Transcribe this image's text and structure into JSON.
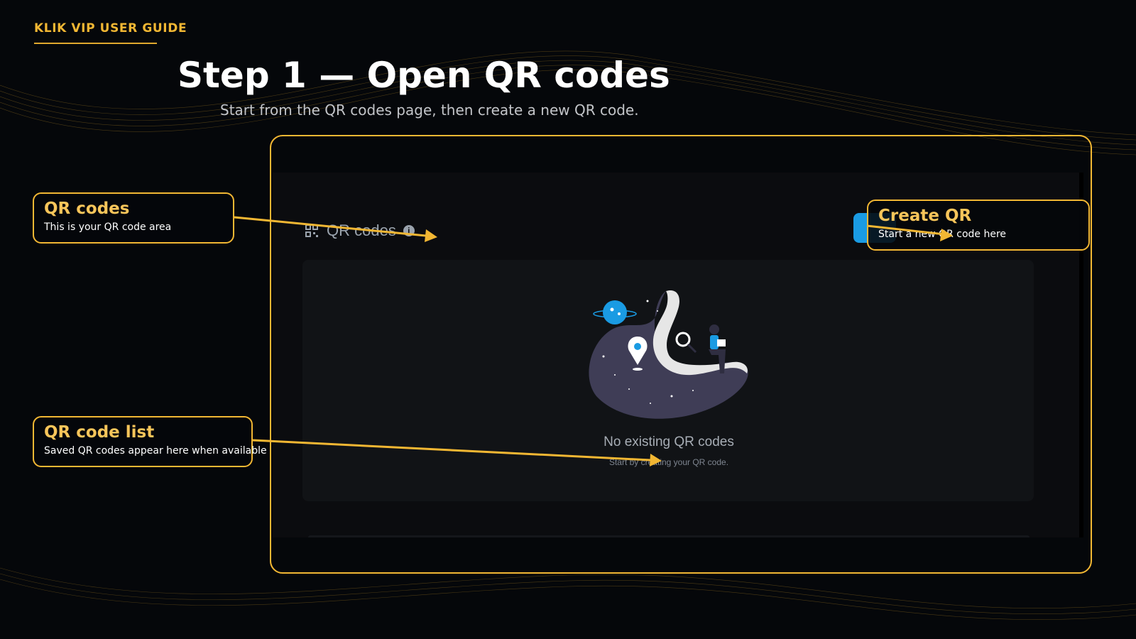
{
  "guide": {
    "brand": "KLIK VIP USER GUIDE",
    "title": "Step 1 — Open QR codes",
    "subtitle": "Start from the QR codes page, then create a new QR code."
  },
  "screen": {
    "section_title": "QR codes",
    "info_icon": "i",
    "empty_title": "No existing QR codes",
    "empty_subtitle": "Start by creating your QR code."
  },
  "callouts": [
    {
      "title": "QR codes",
      "description": "This is your QR code area"
    },
    {
      "title": "Create QR",
      "description": "Start a new QR code here"
    },
    {
      "title": "QR code list",
      "description": "Saved QR codes appear here when available"
    }
  ],
  "colors": {
    "background": "#05070a",
    "accent_gold": "#f2b733",
    "callout_title": "#f7c55a",
    "primary_button": "#1a9be3",
    "illustration_blob": "#3f3d56"
  },
  "icons": [
    "qr-code-icon",
    "info-icon",
    "location-pin-icon",
    "planet-icon",
    "magnifier-icon"
  ]
}
